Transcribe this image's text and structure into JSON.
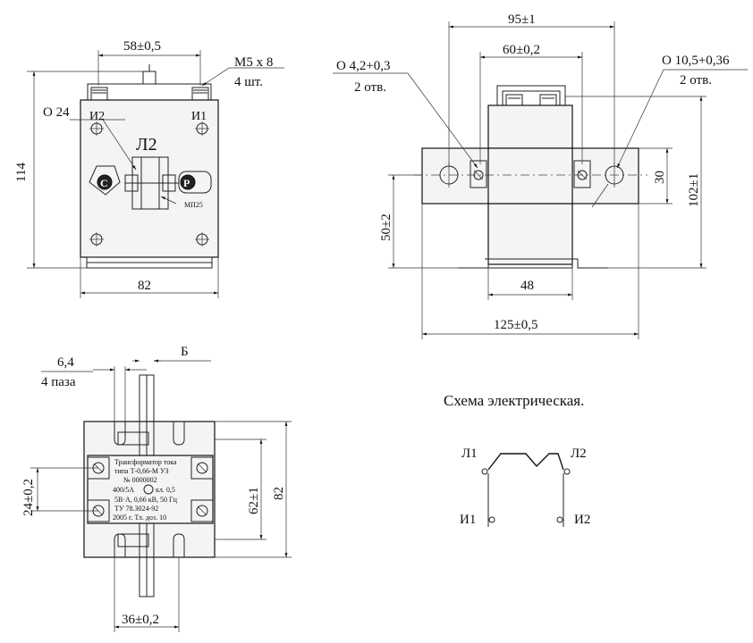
{
  "front_view": {
    "dim_top": "58±0,5",
    "dim_bottom": "82",
    "dim_left": "114",
    "dim_hole": "О 24",
    "note_screw": "М5 х 8",
    "note_qty": "4 шт.",
    "label_center": "Л2",
    "label_i2": "И2",
    "label_i1": "И1",
    "label_c": "С",
    "label_p": "Р",
    "marker": "МП25"
  },
  "side_view": {
    "dim_95": "95±1",
    "dim_60": "60±0,2",
    "dim_48": "48",
    "dim_125": "125±0,5",
    "dim_50": "50±2",
    "dim_30": "30",
    "dim_102": "102±1",
    "note_hole_small": "О 4,2+0,3",
    "note_hole_small_qty": "2 отв.",
    "note_hole_large": "О 10,5+0,36",
    "note_hole_large_qty": "2 отв."
  },
  "bottom_view": {
    "dim_slot": "6,4",
    "dim_slot_qty": "4 паза",
    "label_b": "Б",
    "dim_24": "24±0,2",
    "dim_62": "62±1",
    "dim_82": "82",
    "dim_36": "36±0,2",
    "plate_lines": [
      "Трансформатор тока",
      "типа Т-0,66-М УЗ",
      "№ 0000002",
      "400/5А",
      "кл. 0,5",
      "5В·А, 0,66 кВ, 50 Гц",
      "ТУ 78.3024-92",
      "2005 г. Тл. доз. 10"
    ]
  },
  "schematic": {
    "title": "Схема электрическая.",
    "l1": "Л1",
    "l2": "Л2",
    "i1": "И1",
    "i2": "И2"
  }
}
